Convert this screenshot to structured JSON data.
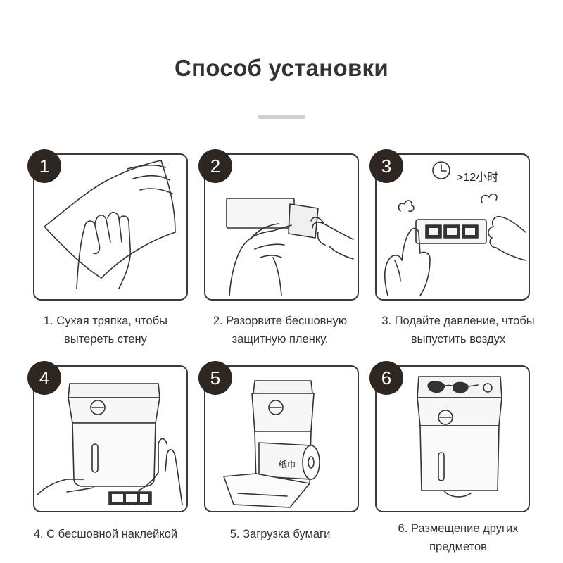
{
  "page": {
    "title": "Способ установки"
  },
  "steps": [
    {
      "number": "1",
      "caption_line1": "1. Сухая тряпка, чтобы",
      "caption_line2": "вытереть стену"
    },
    {
      "number": "2",
      "caption_line1": "2. Разорвите бесшовную",
      "caption_line2": "защитную пленку."
    },
    {
      "number": "3",
      "caption_line1": "3. Подайте давление, чтобы",
      "caption_line2": "выпустить воздух",
      "timer_label": ">12小时"
    },
    {
      "number": "4",
      "caption_line1": "4. С бесшовной наклейкой",
      "caption_line2": ""
    },
    {
      "number": "5",
      "caption_line1": "5. Загрузка бумаги",
      "caption_line2": "",
      "roll_label": "纸巾"
    },
    {
      "number": "6",
      "caption_line1": "6. Размещение других",
      "caption_line2": "предметов"
    }
  ],
  "icons": [
    "clock-icon",
    "hand-icon",
    "cloth-icon",
    "adhesive-strip-icon",
    "tissue-box-icon",
    "paper-roll-icon",
    "glasses-icon",
    "steam-icon"
  ],
  "colors": {
    "badge": "#2e2620",
    "border": "#3a3a3a",
    "text": "#333333",
    "rule": "#cfcfcf"
  }
}
